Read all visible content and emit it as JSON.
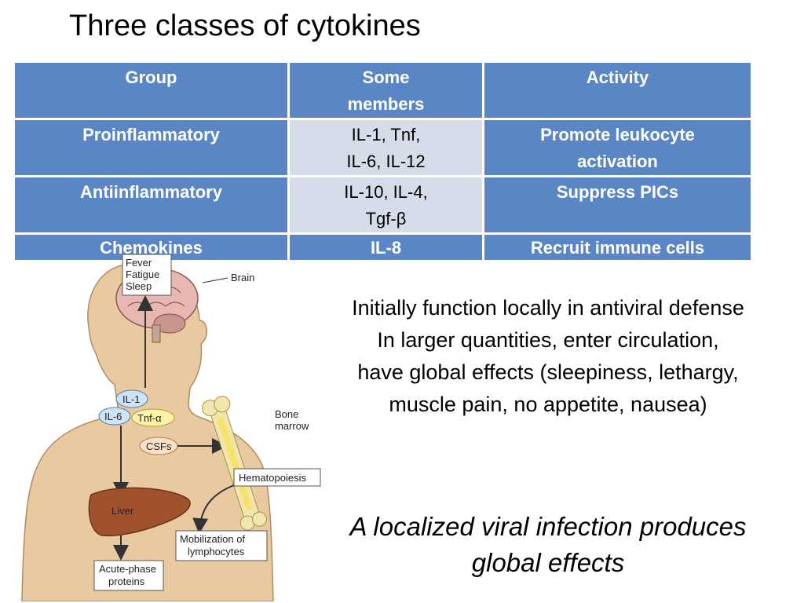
{
  "title": "Three classes of cytokines",
  "table": {
    "headers": [
      "Group",
      "Some\nmembers",
      "Activity"
    ],
    "rows": [
      {
        "group": "Proinflammatory",
        "members": "IL-1, Tnf,\nIL-6, IL-12",
        "activity": "Promote leukocyte\nactivation"
      },
      {
        "group": "Antiinflammatory",
        "members": "IL-10, IL-4,\nTgf-β",
        "activity": "Suppress PICs"
      },
      {
        "group": "Chemokines",
        "members": "IL-8",
        "activity": "Recruit immune cells"
      }
    ]
  },
  "figure": {
    "symptoms": [
      "Fever",
      "Fatigue",
      "Sleep"
    ],
    "brain": "Brain",
    "il1": "IL-1",
    "il6": "IL-6",
    "tnf": "Tnf-α",
    "csfs": "CSFs",
    "bone_marrow": [
      "Bone",
      "marrow"
    ],
    "hematopoiesis": "Hematopoiesis",
    "liver": "Liver",
    "mobilization": [
      "Mobilization of",
      "lymphocytes"
    ],
    "acute_phase": [
      "Acute-phase",
      "proteins"
    ],
    "colors": {
      "skin": "#e8c9a0",
      "liver": "#a0522d",
      "bubble": "#cfe3f4",
      "tnf_bubble": "#fff3a8",
      "csf_bubble": "#fce0c8",
      "bone": "#f1e6b0"
    }
  },
  "description": {
    "lines": [
      "Initially function locally in antiviral defense",
      "In larger quantities, enter circulation,",
      "have global effects (sleepiness, lethargy,",
      "muscle pain, no appetite, nausea)"
    ]
  },
  "conclusion": {
    "lines": [
      "A localized viral infection produces",
      "global effects"
    ]
  },
  "colors": {
    "table_header": "#5b86c5",
    "table_light": "#d6dcea"
  }
}
